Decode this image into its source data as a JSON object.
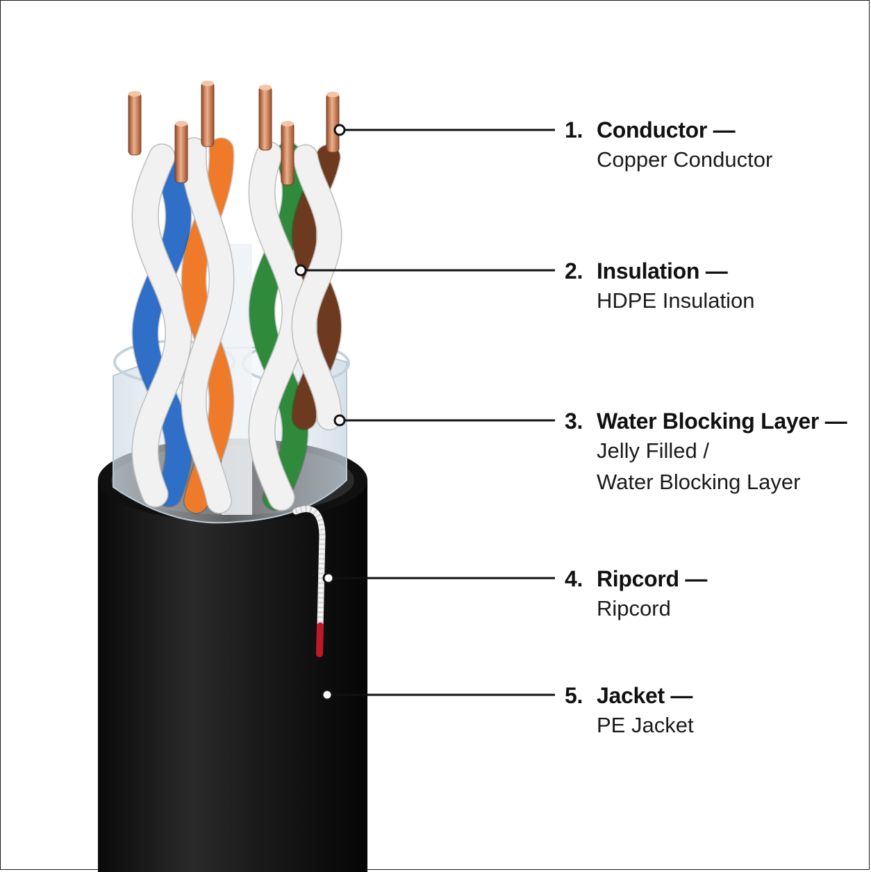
{
  "callouts": [
    {
      "number": "1.",
      "title": "Conductor —",
      "desc": [
        "Copper Conductor"
      ]
    },
    {
      "number": "2.",
      "title": "Insulation —",
      "desc": [
        "HDPE Insulation"
      ]
    },
    {
      "number": "3.",
      "title": "Water Blocking Layer —",
      "desc": [
        "Jelly Filled /",
        "Water Blocking Layer"
      ]
    },
    {
      "number": "4.",
      "title": "Ripcord —",
      "desc": [
        "Ripcord"
      ]
    },
    {
      "number": "5.",
      "title": "Jacket —",
      "desc": [
        "PE Jacket"
      ]
    }
  ],
  "colors": {
    "jacket": "#161616",
    "copper": "#c8704a",
    "pair_blue": "#2f6fc8",
    "pair_orange": "#ee7a2a",
    "pair_green": "#2f8a3c",
    "pair_brown": "#6e3a1f",
    "stripe_white": "#f1f1f1",
    "ripcord_tip": "#c0182a"
  }
}
